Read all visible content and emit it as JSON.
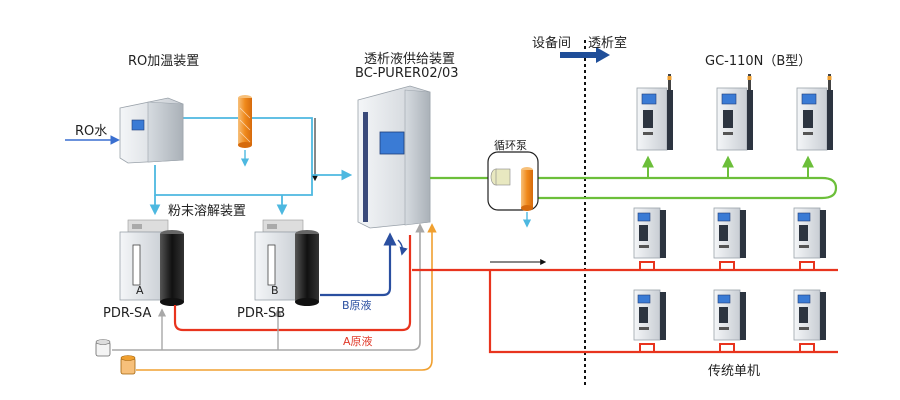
{
  "labels": {
    "ro_heating": "RO加温装置",
    "ro_water": "RO水",
    "dialysate_title": "透析液供给装置",
    "dialysate_model": "BC-PURER02/03",
    "powder": "粉末溶解装置",
    "pdr_sa": "PDR-SA",
    "pdr_sb": "PDR-SB",
    "unit_a": "A",
    "unit_b": "B",
    "b_concentrate": "B原液",
    "a_concentrate": "A原液",
    "pump": "循环泵",
    "room_boundary_left": "设备间",
    "room_boundary_right": "透析室",
    "gc_title": "GC-110N（B型）",
    "single_machine": "传统单机"
  },
  "colors": {
    "ro_line": "#4db8e0",
    "green_line": "#6cbf3a",
    "red_line": "#e8341e",
    "blue_line": "#2a4fa0",
    "gray_line": "#a8a8a8",
    "orange_line": "#f0a030",
    "arrow_navy": "#1f4e99"
  }
}
